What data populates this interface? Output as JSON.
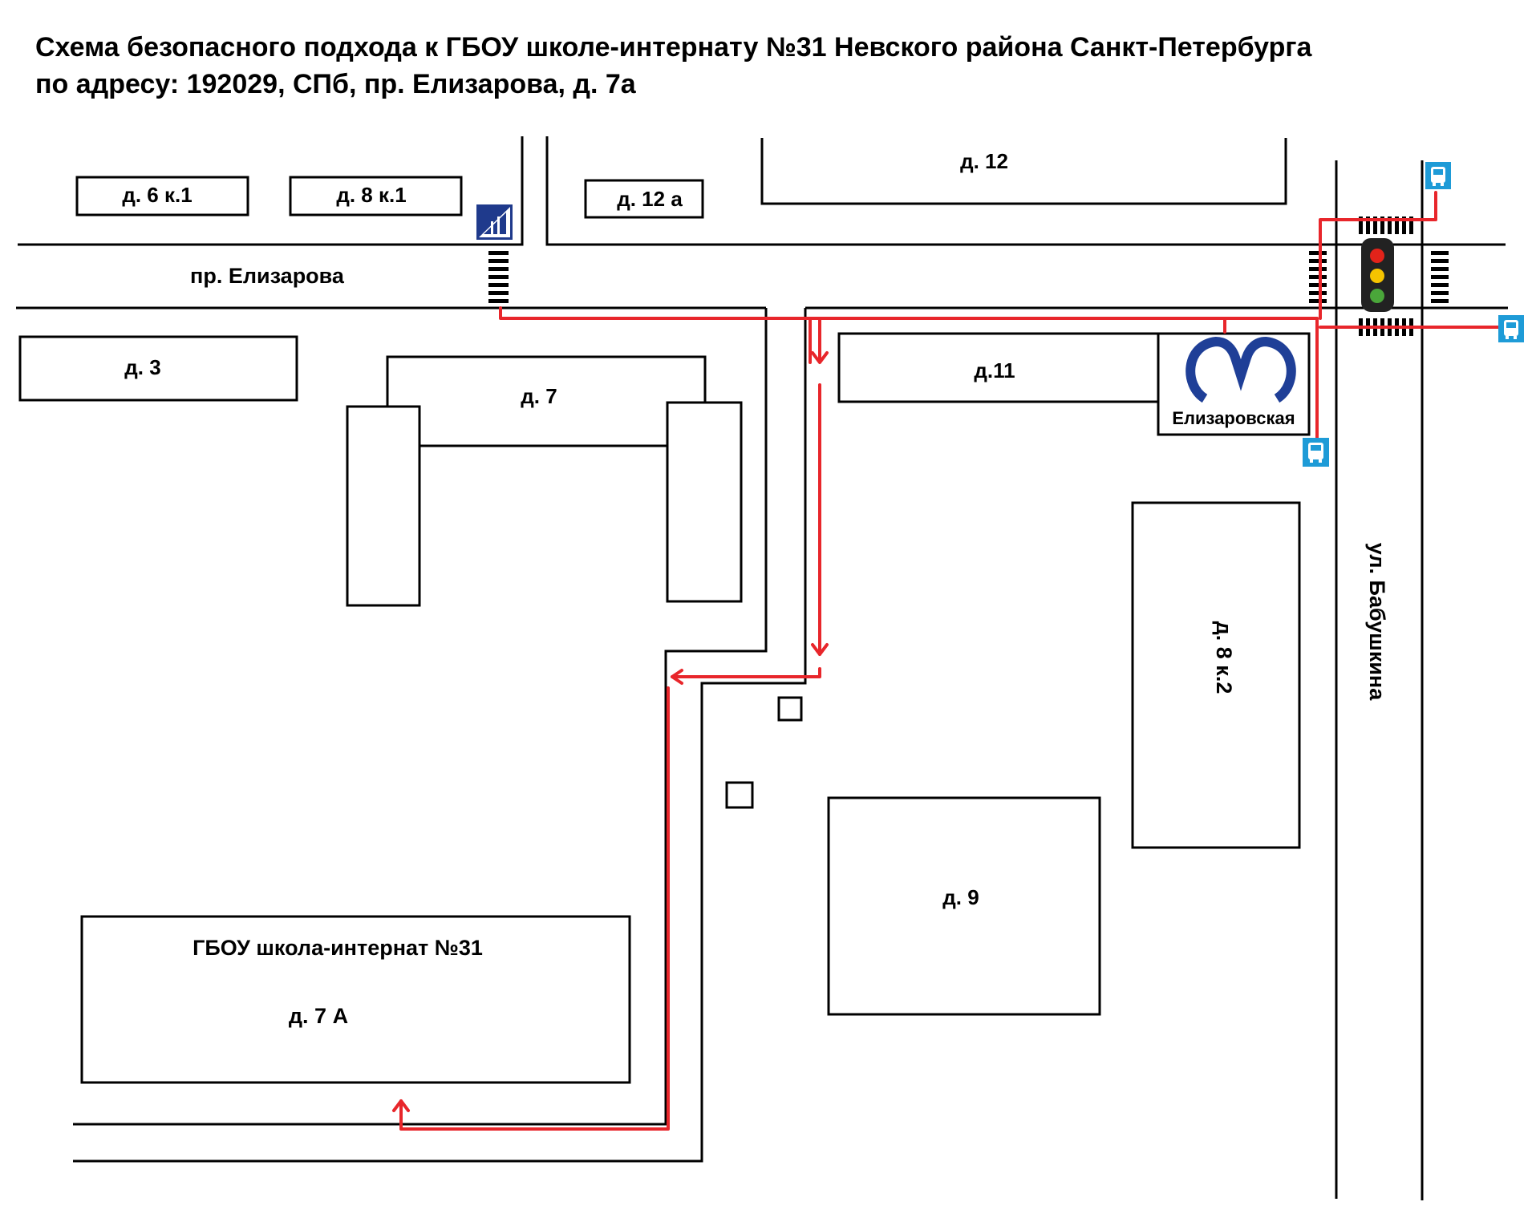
{
  "title": {
    "line1": "Схема безопасного подхода к ГБОУ школе-интернату №31 Невского района Санкт-Петербурга",
    "line2": "по адресу: 192029, СПб, пр. Елизарова, д. 7а"
  },
  "streets": {
    "elizarova": "пр. Елизарова",
    "babushkina": "ул. Бабушкина"
  },
  "buildings": {
    "b6k1": "д. 6 к.1",
    "b8k1": "д. 8 к.1",
    "b12a": "д. 12 а",
    "b12": "д. 12",
    "b3": "д. 3",
    "b7": "д. 7",
    "b11": "д.11",
    "b8k2": "д. 8 к.2",
    "b9": "д. 9",
    "school_name": "ГБОУ школа-интернат №31",
    "school_number": "д. 7 А"
  },
  "metro": {
    "station": "Елизаровская"
  },
  "icons": {
    "bus_stop": "bus-stop-icon",
    "crosswalk_sign": "pedestrian-crossing-sign-icon",
    "traffic_light": "traffic-light-icon",
    "metro": "metro-logo-icon"
  },
  "colors": {
    "route": "#e8262b",
    "bus_stop": "#1e9bd7",
    "metro": "#1f3f97",
    "crosswalk_sign": "#1f3a8c"
  }
}
